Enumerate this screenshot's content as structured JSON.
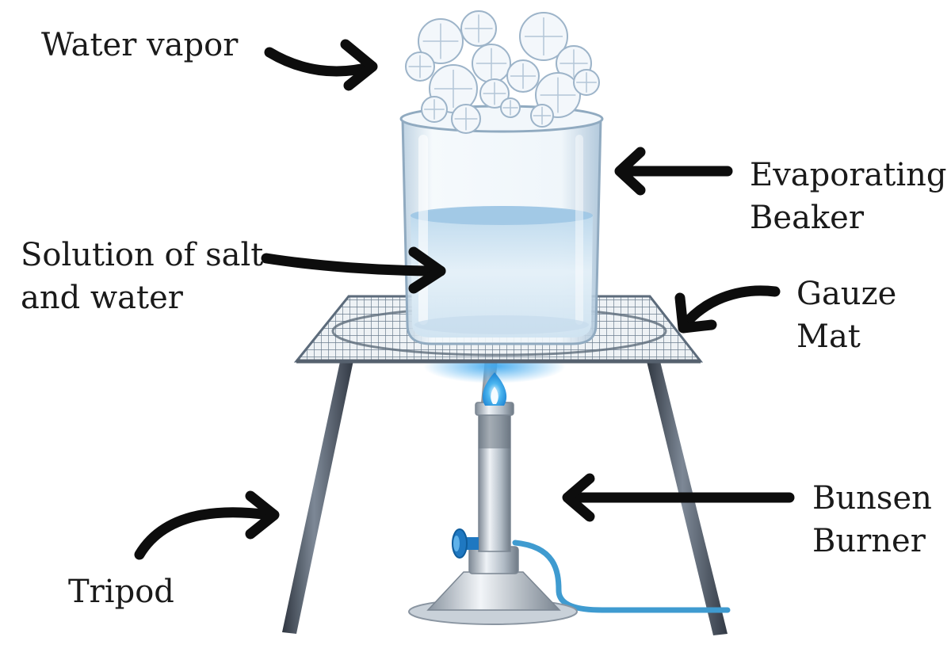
{
  "diagram": {
    "labels": {
      "water_vapor": "Water vapor",
      "evaporating_beaker": [
        "Evaporating",
        "Beaker"
      ],
      "solution": [
        "Solution of salt",
        "and water"
      ],
      "gauze_mat": [
        "Gauze",
        "Mat"
      ],
      "bunsen_burner": [
        "Bunsen",
        "Burner"
      ],
      "tripod": "Tripod"
    },
    "colors": {
      "text": "#1a1a1a",
      "arrow": "#0d0d0d",
      "tripod_leg": "#4a5360",
      "gauze": "#6b7c8e",
      "glass": "#d7e7f2",
      "solution": "#bcd8ec",
      "flame": "#2aa0e8",
      "burner_metal": "#b9c2cc",
      "gas_tube": "#3f9bd0",
      "valve": "#1f78c1",
      "vapor": "#dbe7f3"
    }
  }
}
